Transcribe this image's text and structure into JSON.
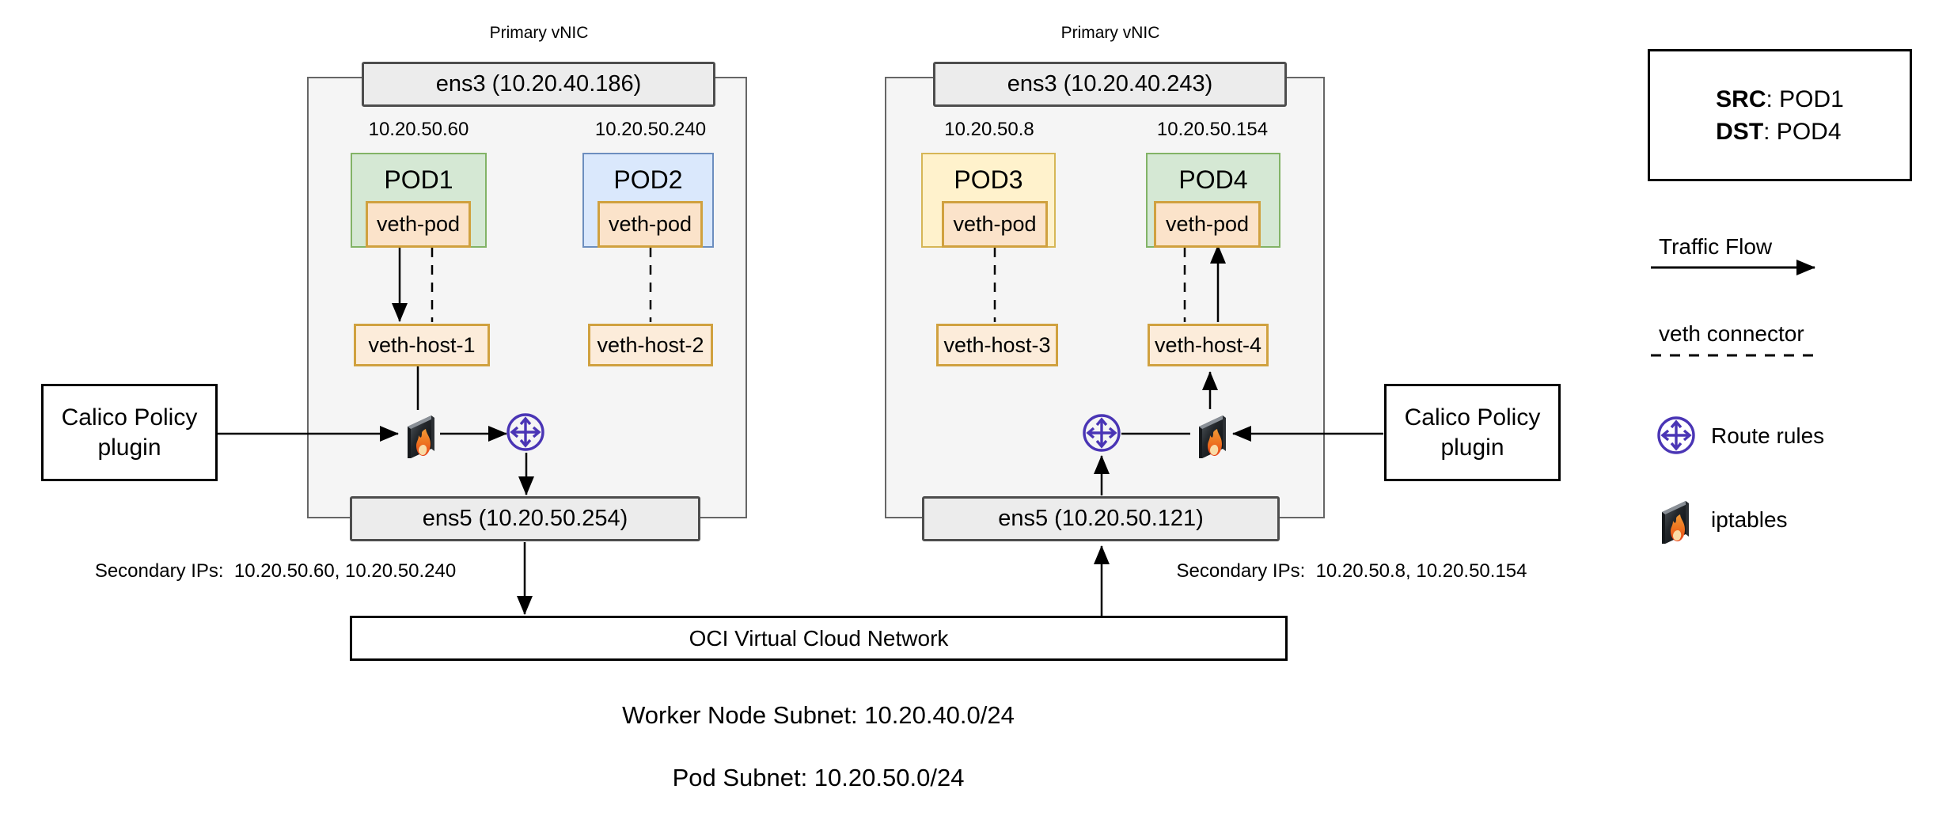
{
  "nodes": [
    {
      "vnic": "Primary vNIC",
      "ens3": "ens3 (10.20.40.186)",
      "ens5": "ens5 (10.20.50.254)",
      "secondary": "Secondary IPs:  10.20.50.60, 10.20.50.240",
      "pods": [
        {
          "name": "POD1",
          "ip": "10.20.50.60",
          "veth": "veth-pod",
          "host": "veth-host-1"
        },
        {
          "name": "POD2",
          "ip": "10.20.50.240",
          "veth": "veth-pod",
          "host": "veth-host-2"
        }
      ]
    },
    {
      "vnic": "Primary vNIC",
      "ens3": "ens3 (10.20.40.243)",
      "ens5": "ens5 (10.20.50.121)",
      "secondary": "Secondary IPs:  10.20.50.8, 10.20.50.154",
      "pods": [
        {
          "name": "POD3",
          "ip": "10.20.50.8",
          "veth": "veth-pod",
          "host": "veth-host-3"
        },
        {
          "name": "POD4",
          "ip": "10.20.50.154",
          "veth": "veth-pod",
          "host": "veth-host-4"
        }
      ]
    }
  ],
  "calico": {
    "left": "Calico Policy plugin",
    "right": "Calico Policy plugin"
  },
  "vcn": "OCI Virtual Cloud Network",
  "subnets": {
    "worker": "Worker Node Subnet: 10.20.40.0/24",
    "pod": "Pod Subnet: 10.20.50.0/24"
  },
  "legend": {
    "src_key": "SRC",
    "src_val": ": POD1",
    "dst_key": "DST",
    "dst_val": ": POD4",
    "traffic": "Traffic Flow",
    "veth": "veth connector",
    "route": "Route rules",
    "iptables": "iptables"
  },
  "icons": {
    "route": "route-rules-icon",
    "iptables": "iptables-icon"
  },
  "colors": {
    "pod_green": "#d5e8d4",
    "pod_green_border": "#82b366",
    "pod_blue": "#dae8fc",
    "pod_blue_border": "#6c8ebf",
    "pod_yellow": "#fff2cc",
    "pod_yellow_border": "#d6b656",
    "veth_fill": "#fbe3ca",
    "veth_border": "#d0a13f",
    "node_fill": "#f5f5f5",
    "route_purple": "#4a35b5",
    "flame_orange": "#e8641b"
  }
}
